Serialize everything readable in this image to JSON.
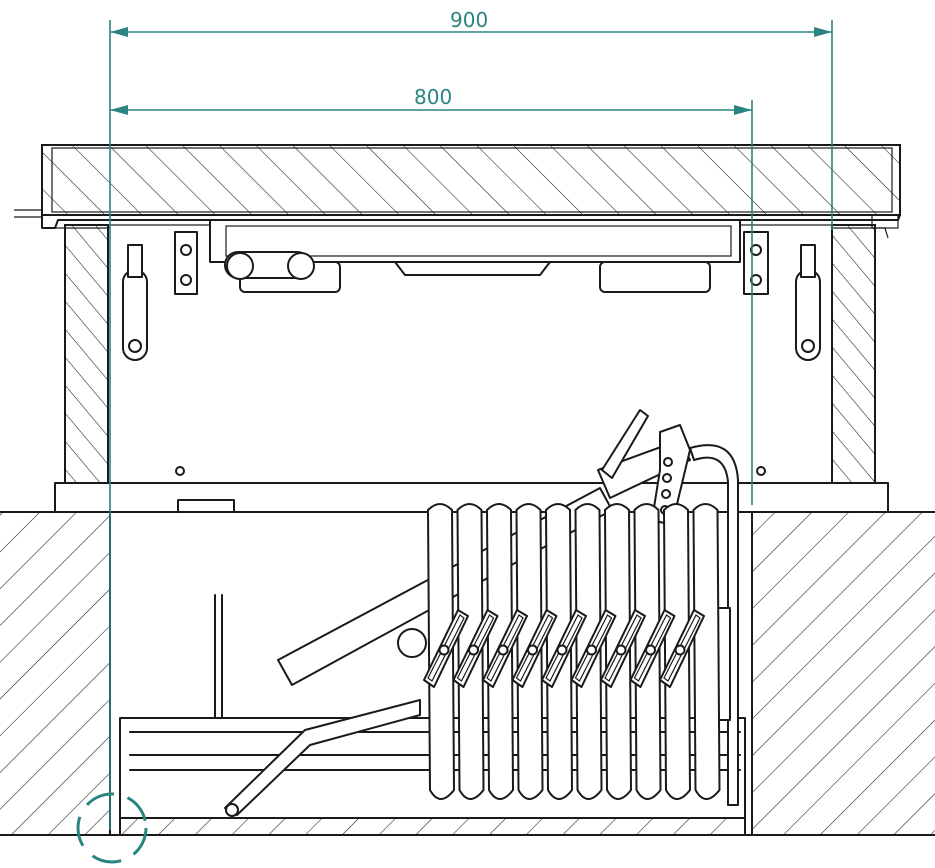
{
  "dimensions": {
    "outer_width_label": "900",
    "inner_width_label": "800"
  },
  "colors": {
    "line": "#1a1a1a",
    "dimension": "#2a8480",
    "background": "#ffffff"
  },
  "ladder": {
    "sections": 10
  }
}
